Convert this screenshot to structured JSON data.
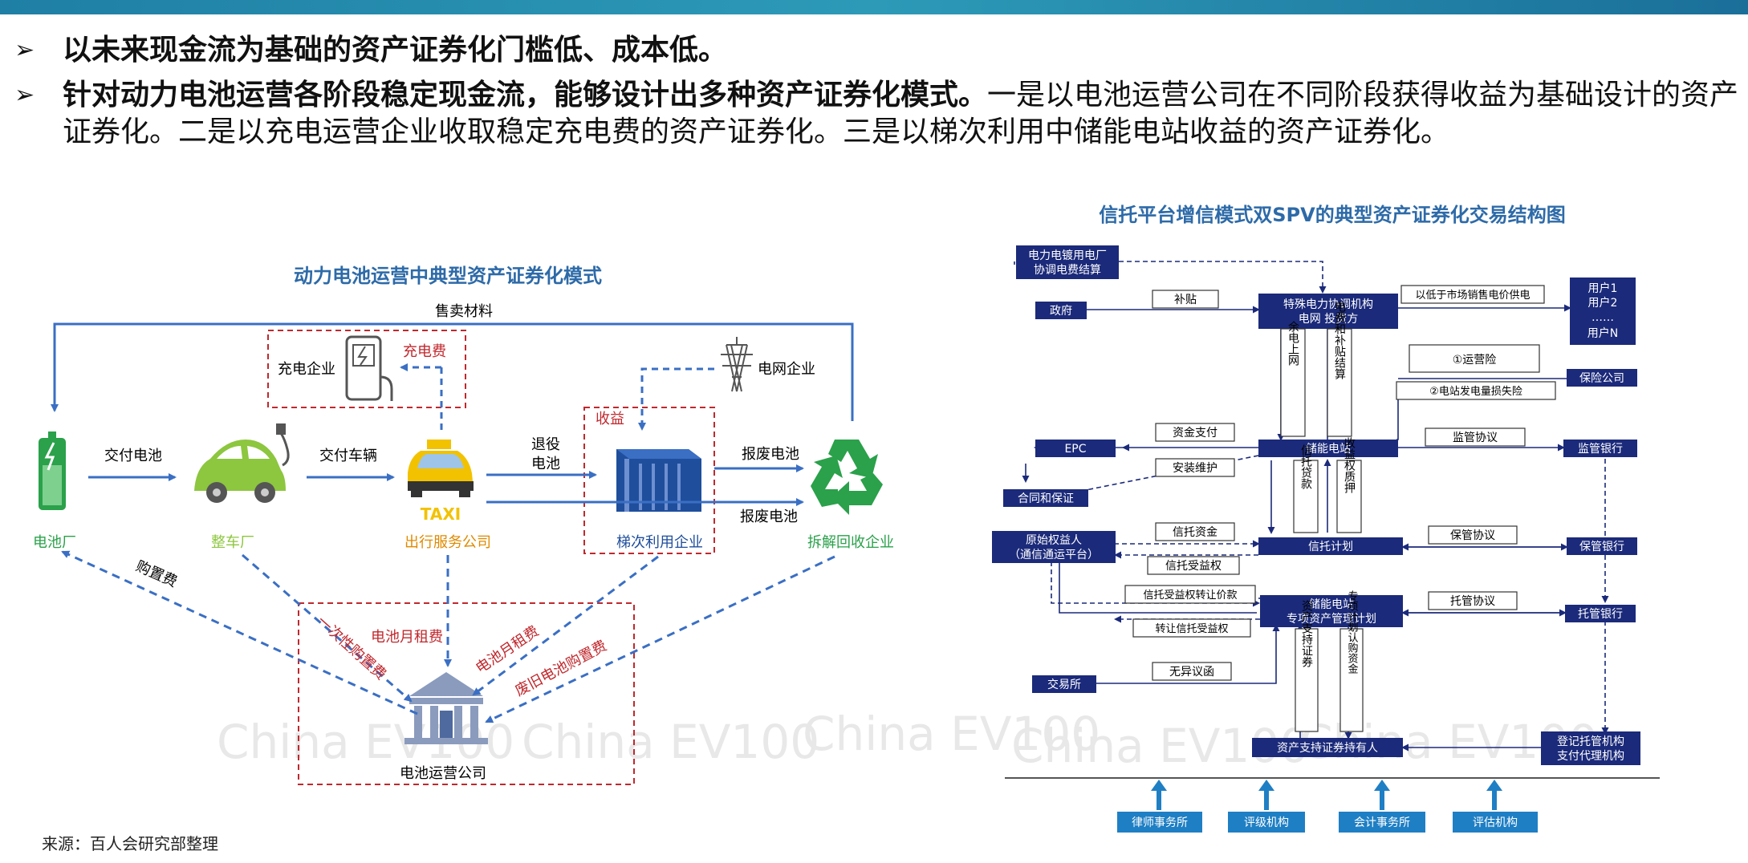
{
  "bullets": {
    "b1_bold": "以未来现金流为基础的资产证券化门槛低、成本低。",
    "b2_bold": "针对动力电池运营各阶段稳定现金流，能够设计出多种资产证券化模式。",
    "b2_rest": "一是以电池运营公司在不同阶段获得收益为基础设计的资产证券化。二是以充电运营企业收取稳定充电费的资产证券化。三是以梯次利用中储能电站收益的资产证券化。"
  },
  "left_diagram": {
    "title": "动力电池运营中典型资产证券化模式",
    "sell_material": "售卖材料",
    "charging_company": "充电企业",
    "charging_fee": "充电费",
    "grid_company": "电网企业",
    "income": "收益",
    "taxi_text": "TAXI",
    "nodes": {
      "battery_factory": "电池厂",
      "car_factory": "整车厂",
      "travel_company": "出行服务公司",
      "echelon_company": "梯次利用企业",
      "recycle_company": "拆解回收企业",
      "operator": "电池运营公司"
    },
    "edges": {
      "deliver_battery": "交付电池",
      "deliver_vehicle": "交付车辆",
      "retire_battery_1": "退役",
      "retire_battery_2": "电池",
      "scrap_battery_top": "报废电池",
      "scrap_battery_bottom": "报废电池",
      "purchase_fee": "购置费",
      "one_time_purchase": "一次性购置费",
      "monthly_rent_1": "电池月租费",
      "monthly_rent_2": "电池月租费",
      "waste_purchase": "废旧电池购置费"
    }
  },
  "right_diagram": {
    "title": "信托平台增信模式双SPV的典型资产证券化交易结构图",
    "boxes": {
      "power_plant": [
        "电力电镀用电厂",
        "协调电费结算"
      ],
      "government": "政府",
      "special_power": [
        "特殊电力协调机构",
        "电网 投资方"
      ],
      "users": [
        "用户1",
        "用户2",
        "……",
        "用户N"
      ],
      "insurance": "保险公司",
      "epc": "EPC",
      "contract": "合同和保证",
      "storage_station": "储能电站",
      "supervising_bank": "监管银行",
      "original_beneficiary": [
        "原始权益人",
        "（通信通运平台）"
      ],
      "trust_plan": "信托计划",
      "custody_bank_1": "保管银行",
      "asset_mgmt_plan": [
        "储能电站",
        "专项资产管理计划"
      ],
      "custody_bank_2": "托管银行",
      "exchange": "交易所",
      "holders": "资产支持证券持有人",
      "registrar": [
        "登记托管机构",
        "支付代理机构"
      ]
    },
    "labels": {
      "subsidy": "补贴",
      "lower_price": "以低于市场销售电价供电",
      "op_insurance": "①运营险",
      "gen_insurance": "②电站发电量损失险",
      "surplus_power": "余电上网",
      "fee_subsidy": "电费和补贴结算",
      "fund_payment": "资金支付",
      "install_maintain": "安装维护",
      "supervision_agreement": "监管协议",
      "trust_loan": "信托贷款",
      "income_pledge": "收益权质押",
      "trust_funds": "信托资金",
      "trust_beneficiary": "信托受益权",
      "custody_agreement_1": "保管协议",
      "transfer_price": "信托受益权转让价款",
      "transfer_trust": "转让信托受益权",
      "custody_agreement_2": "托管协议",
      "no_objection": "无异议函",
      "abs": "资产支持证券",
      "subscription": "专项计划认购资金"
    },
    "bottom": [
      "律师事务所",
      "评级机构",
      "会计事务所",
      "评估机构"
    ]
  },
  "watermark": "China EV100",
  "source": "来源：百人会研究部整理",
  "colors": {
    "navy": "#1b2a7a",
    "blue_line": "#3a6fc4",
    "red": "#c0282d",
    "green": "#2aa14a",
    "title_blue": "#2d6aa8",
    "taxi_yellow": "#f2c200",
    "bottom_blue": "#1f7fc4"
  }
}
